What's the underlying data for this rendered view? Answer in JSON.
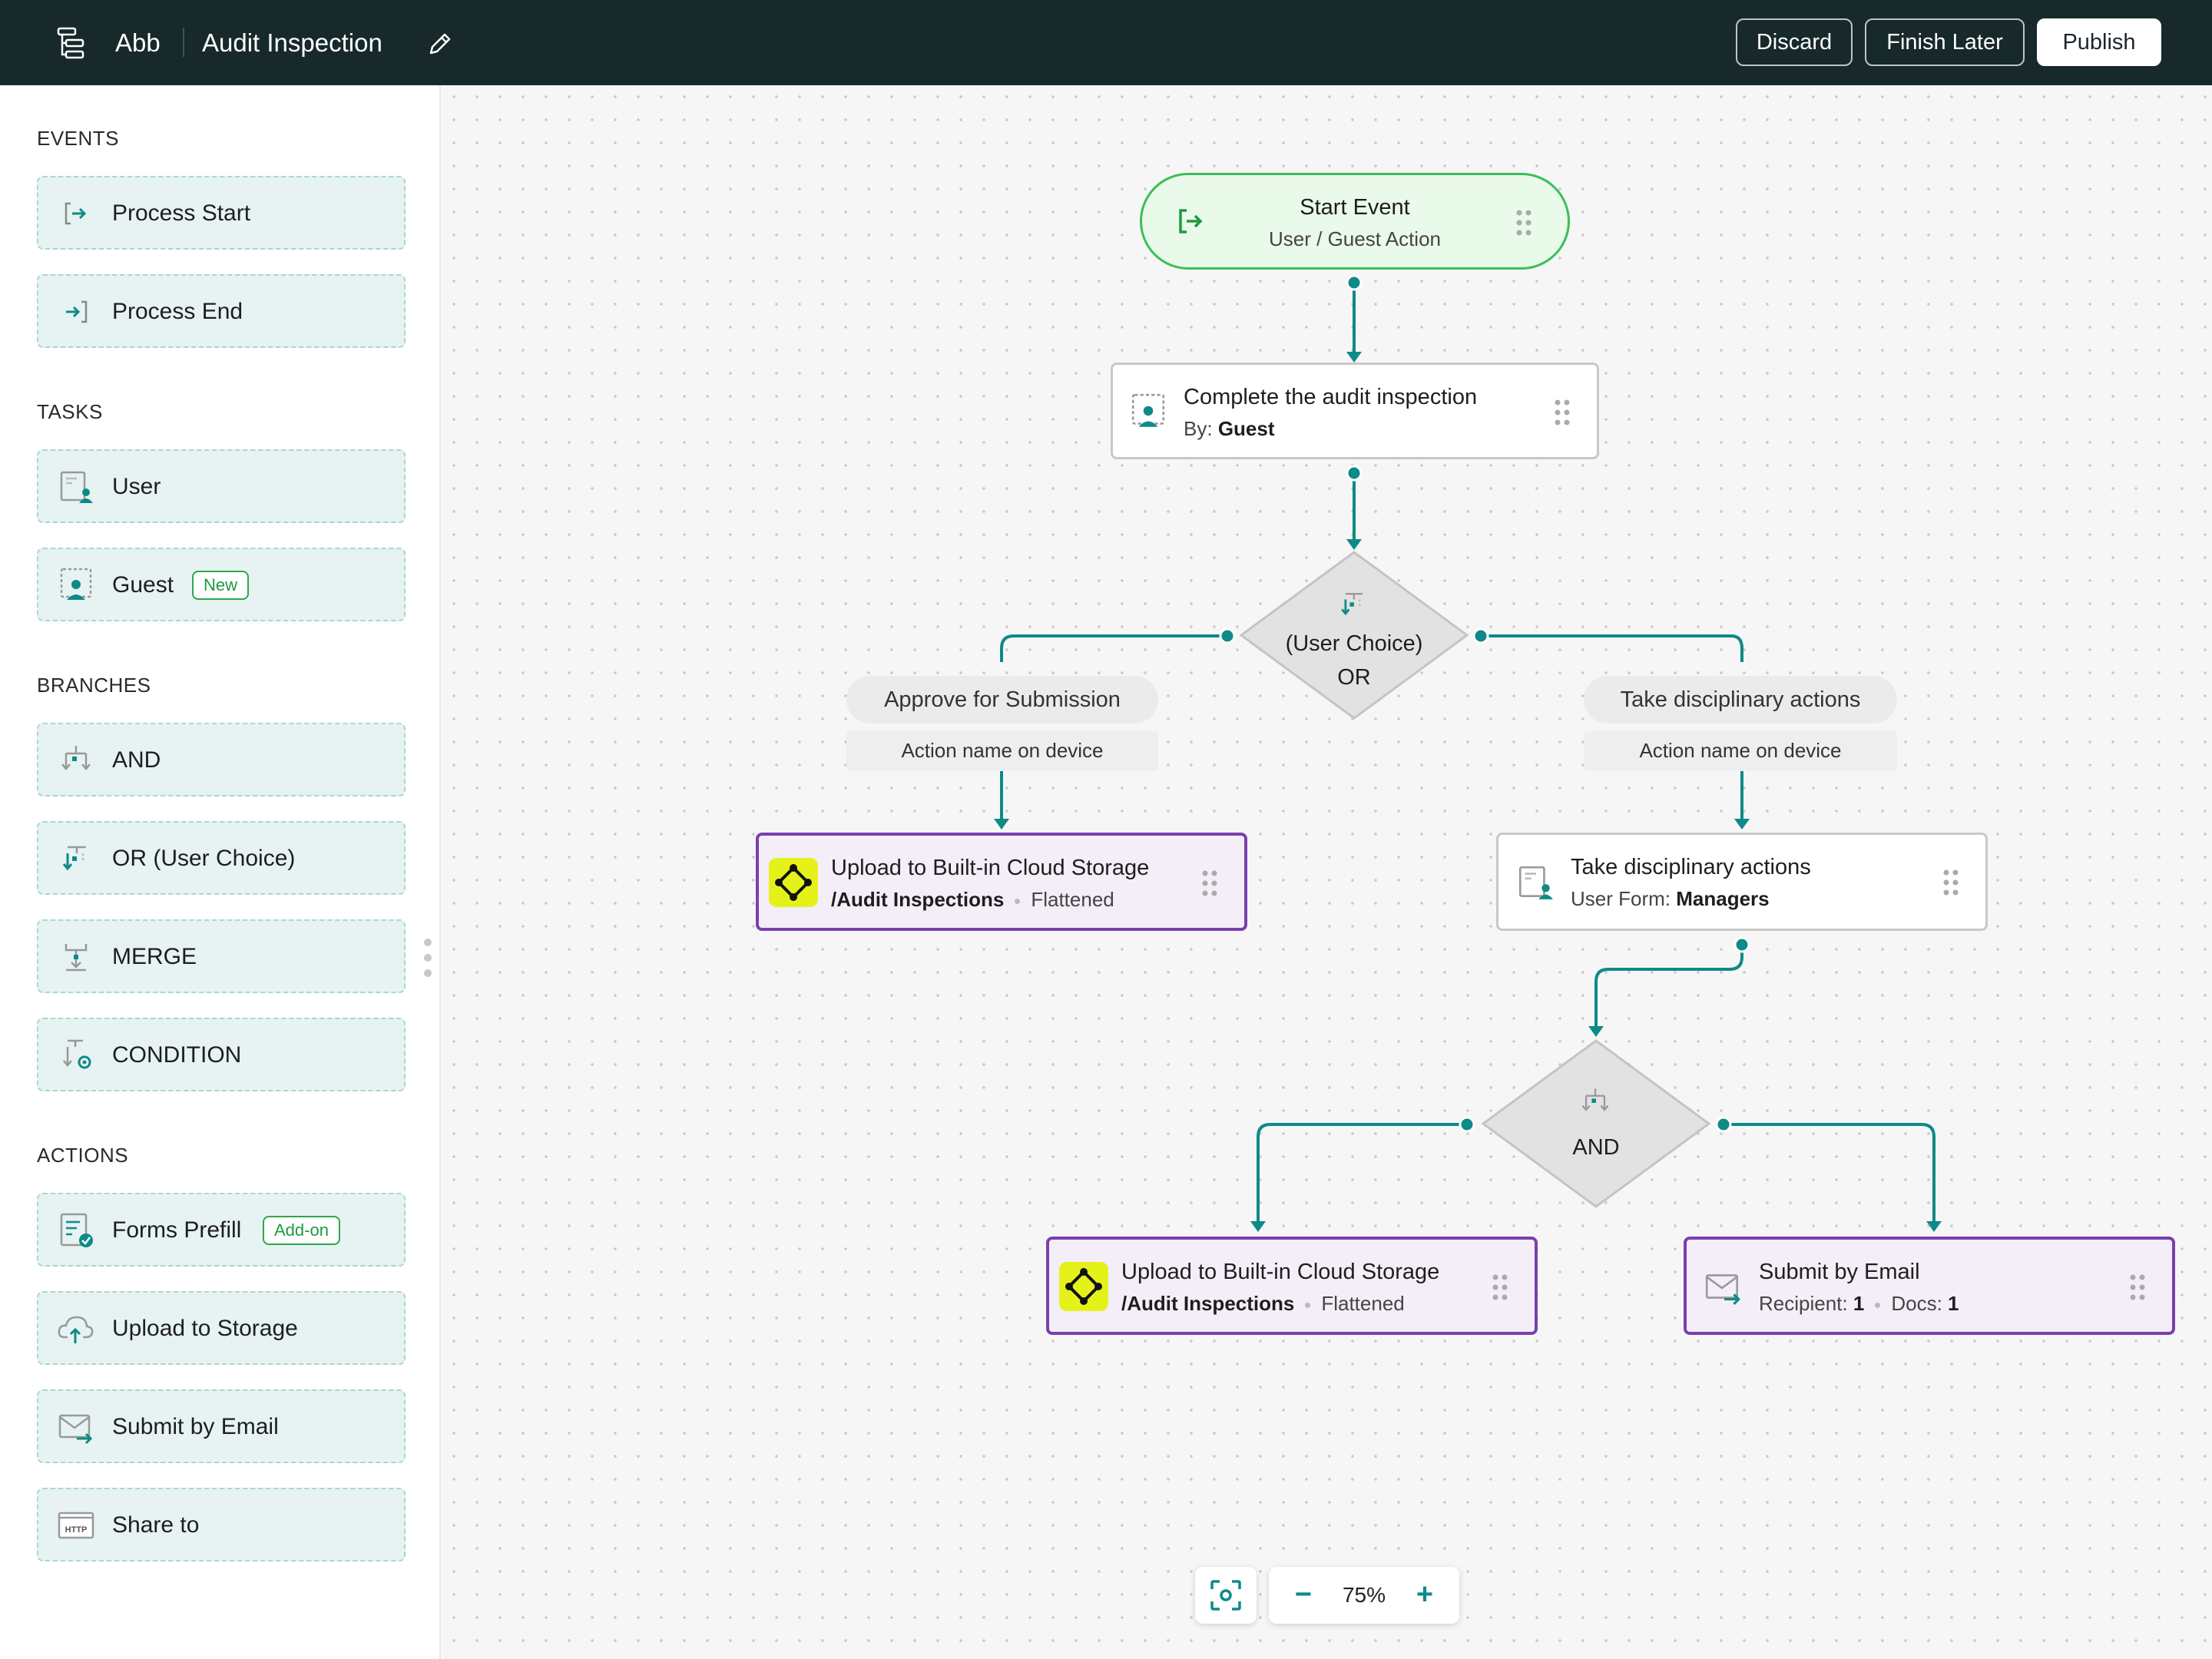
{
  "topbar": {
    "brand": "Abb",
    "title": "Audit Inspection",
    "discard_label": "Discard",
    "finish_later_label": "Finish Later",
    "publish_label": "Publish"
  },
  "sidebar": {
    "sections": {
      "events": "EVENTS",
      "tasks": "TASKS",
      "branches": "BRANCHES",
      "actions": "ACTIONS"
    },
    "events": [
      {
        "label": "Process Start",
        "icon": "process-start-icon"
      },
      {
        "label": "Process End",
        "icon": "process-end-icon"
      }
    ],
    "tasks": [
      {
        "label": "User",
        "icon": "user-task-icon"
      },
      {
        "label": "Guest",
        "icon": "guest-task-icon",
        "badge": "New"
      }
    ],
    "branches": [
      {
        "label": "AND",
        "icon": "and-branch-icon"
      },
      {
        "label": "OR (User Choice)",
        "icon": "or-branch-icon"
      },
      {
        "label": "MERGE",
        "icon": "merge-icon"
      },
      {
        "label": "CONDITION",
        "icon": "condition-icon"
      }
    ],
    "actions": [
      {
        "label": "Forms Prefill",
        "icon": "forms-prefill-icon",
        "badge": "Add-on"
      },
      {
        "label": "Upload to Storage",
        "icon": "cloud-upload-icon"
      },
      {
        "label": "Submit by Email",
        "icon": "email-icon"
      },
      {
        "label": "Share to",
        "icon": "http-icon",
        "icon_text": "HTTP"
      }
    ]
  },
  "flow": {
    "start": {
      "title": "Start Event",
      "subtitle": "User / Guest Action"
    },
    "task1": {
      "title": "Complete the audit inspection",
      "by_label": "By:",
      "by_value": "Guest"
    },
    "or_gateway": {
      "line1": "(User Choice)",
      "line2": "OR"
    },
    "branch_left": {
      "name": "Approve for Submission",
      "hint": "Action name on device"
    },
    "branch_right": {
      "name": "Take disciplinary actions",
      "hint": "Action name on device"
    },
    "upload1": {
      "title": "Upload to Built-in Cloud Storage",
      "path": "/Audit Inspections",
      "mode": "Flattened"
    },
    "task2": {
      "title": "Take disciplinary actions",
      "form_label": "User Form:",
      "form_value": "Managers"
    },
    "and_gateway": {
      "label": "AND"
    },
    "upload2": {
      "title": "Upload to Built-in Cloud Storage",
      "path": "/Audit Inspections",
      "mode": "Flattened"
    },
    "email": {
      "title": "Submit by Email",
      "recipient_label": "Recipient:",
      "recipient_value": "1",
      "docs_label": "Docs:",
      "docs_value": "1"
    }
  },
  "zoom": {
    "level": "75%",
    "minus": "−",
    "plus": "+"
  },
  "colors": {
    "topbar": "#17292b",
    "accent_teal": "#0e8a87",
    "start_border": "#3bbf5a",
    "action_border": "#7b3fb0",
    "storage_icon_bg": "#e5f21a",
    "badge_green": "#2ea84a"
  }
}
